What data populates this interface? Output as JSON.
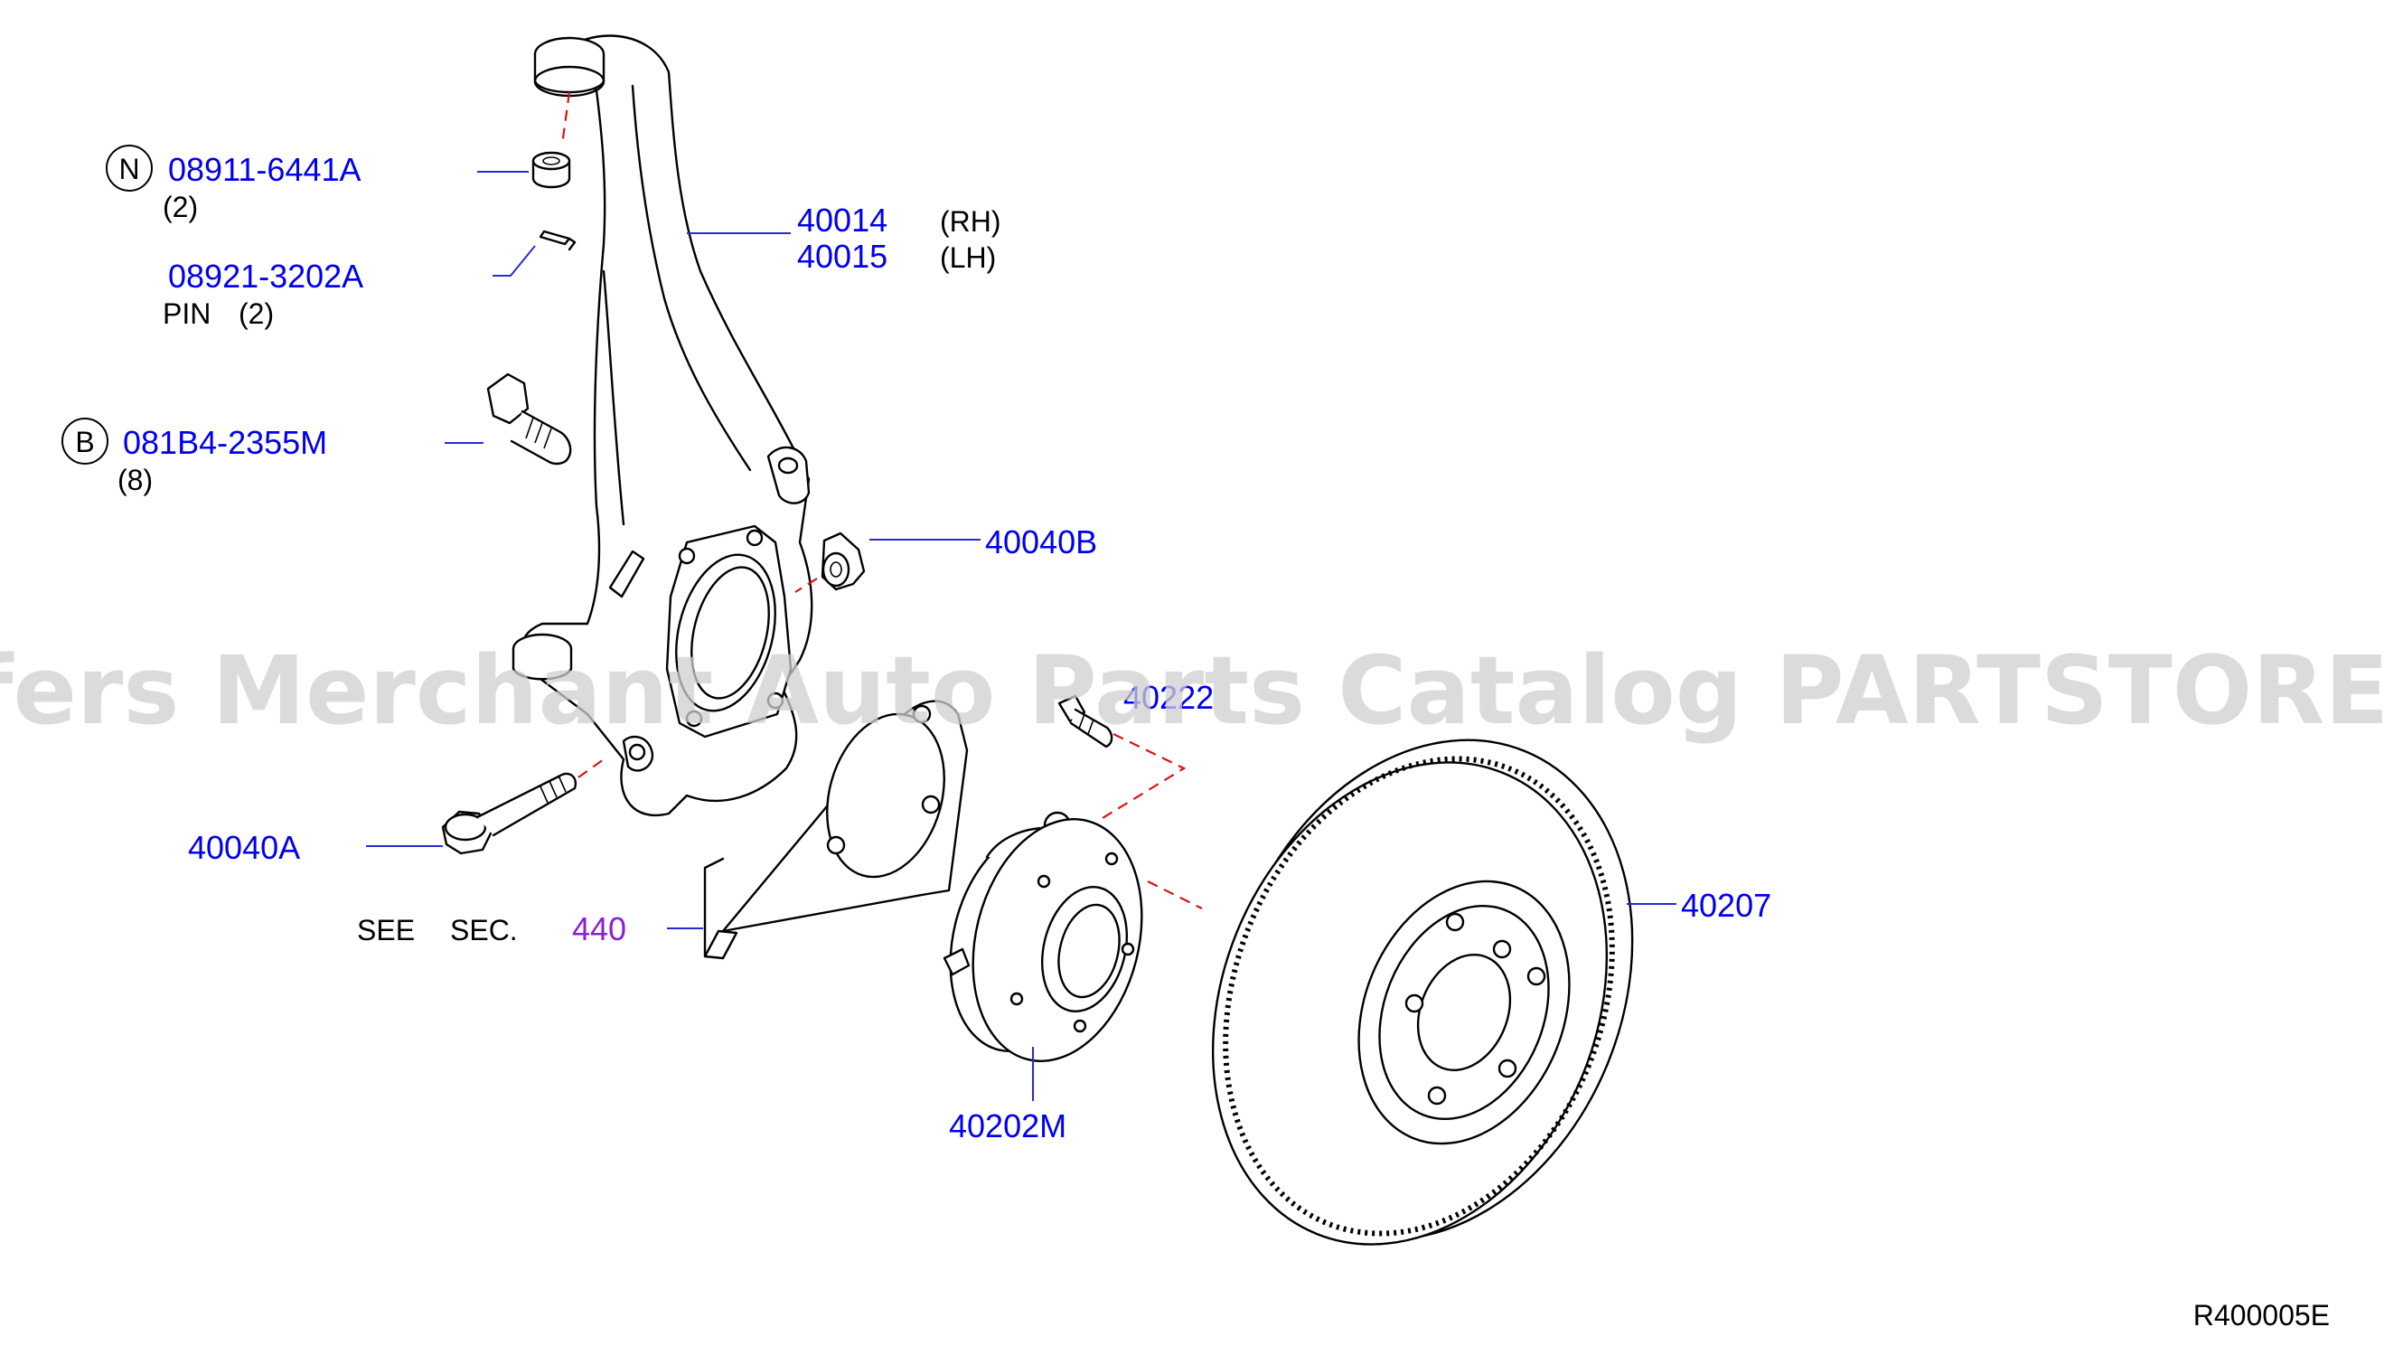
{
  "parts": {
    "nut": {
      "marker": "N",
      "number": "08911-6441A",
      "qty": "(2)"
    },
    "pin": {
      "number": "08921-3202A",
      "label": "PIN",
      "qty": "(2)"
    },
    "bolt_b": {
      "marker": "B",
      "number": "081B4-2355M",
      "qty": "(8)"
    },
    "knuckle": {
      "rh_number": "40014",
      "rh_side": "(RH)",
      "lh_number": "40015",
      "lh_side": "(LH)"
    },
    "bushing": {
      "number": "40040B"
    },
    "stud": {
      "number": "40222"
    },
    "bolt_a": {
      "number": "40040A"
    },
    "backplate": {
      "see": "SEE",
      "sec": "SEC.",
      "section": "440"
    },
    "rotor": {
      "number": "40207"
    },
    "hub": {
      "number": "40202M"
    }
  },
  "diagram_code": "R400005E",
  "watermark": "Offers Merchant Auto Parts Catalog PARTSTORE.SA",
  "colors": {
    "part_number": "#0000ee",
    "section_ref": "#8b1fd6",
    "leader": "#2a2ad0",
    "guide_dash": "#e01010"
  }
}
